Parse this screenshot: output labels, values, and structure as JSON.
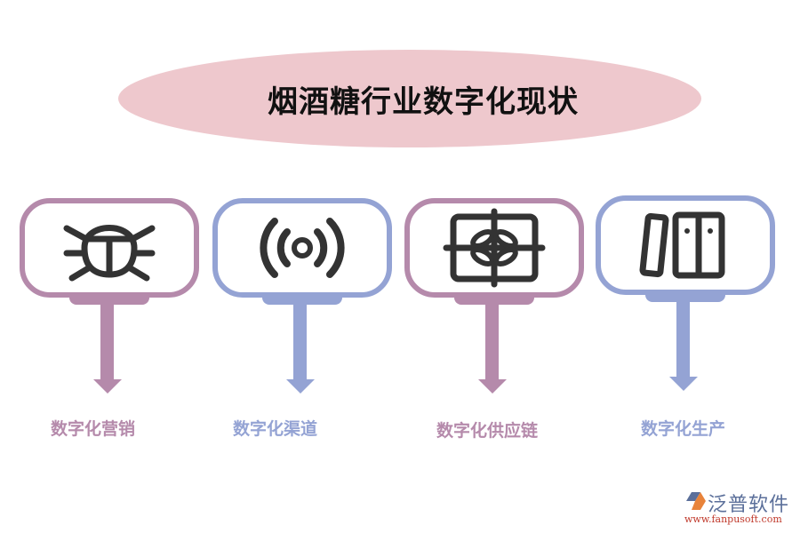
{
  "title": "烟酒糖行业数字化现状",
  "colors": {
    "title_bg": "#eec8cd",
    "purple": "#b58aab",
    "blue": "#94a3d4",
    "icon": "#333333"
  },
  "nodes": [
    {
      "label": "数字化营销",
      "icon": "bug-icon",
      "color": "#b58aab"
    },
    {
      "label": "数字化渠道",
      "icon": "broadcast-icon",
      "color": "#94a3d4"
    },
    {
      "label": "数字化供应链",
      "icon": "gift-box-icon",
      "color": "#b58aab"
    },
    {
      "label": "数字化生产",
      "icon": "binders-icon",
      "color": "#94a3d4"
    }
  ],
  "logo": {
    "name": "泛普软件",
    "url": "www.fanpusoft.com"
  }
}
